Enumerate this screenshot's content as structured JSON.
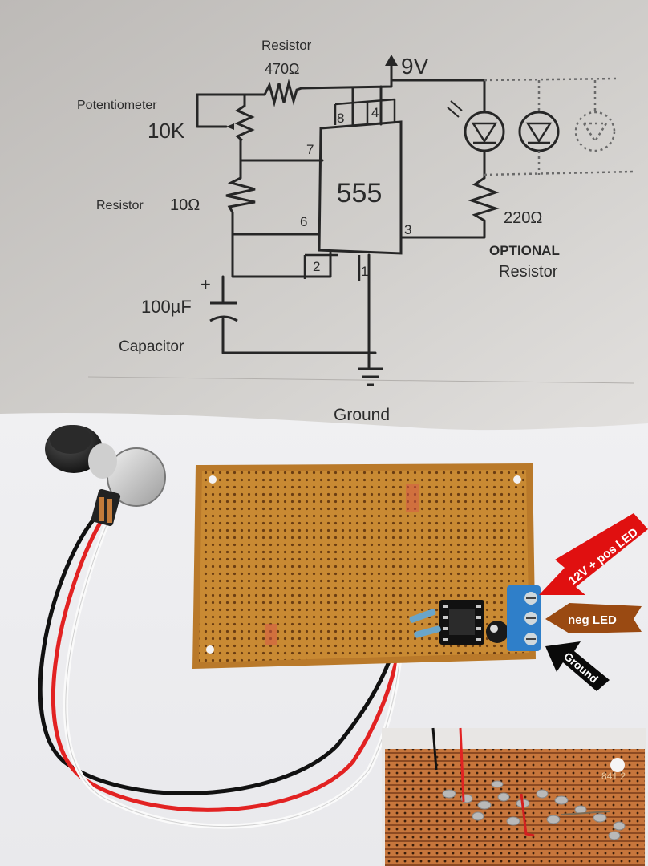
{
  "schematic": {
    "resistor_470_title": "Resistor",
    "resistor_470_value": "470Ω",
    "supply": "9V",
    "potentiometer_title": "Potentiometer",
    "potentiometer_value": "10K",
    "resistor_10_title": "Resistor",
    "resistor_10_value": "10Ω",
    "ic": "555",
    "pins": [
      "8",
      "4",
      "7",
      "6",
      "3",
      "2",
      "1"
    ],
    "capacitor_value": "100µF",
    "capacitor_title": "Capacitor",
    "ground": "Ground",
    "resistor_220_value": "220Ω",
    "optional_word": "OPTIONAL",
    "optional_resistor": "Resistor",
    "plus_sign": "+"
  },
  "photo": {
    "arrow_12v": "12V + pos LED",
    "arrow_neg_led": "neg LED",
    "arrow_ground": "Ground",
    "inset_marking": "841 2"
  },
  "colors": {
    "paper": "#c9c7c4",
    "pcb": "#c8862e",
    "terminal": "#2f7fc9",
    "arrow_red": "#e01010",
    "arrow_brown": "#9a4a12",
    "arrow_black": "#0a0a0a"
  }
}
